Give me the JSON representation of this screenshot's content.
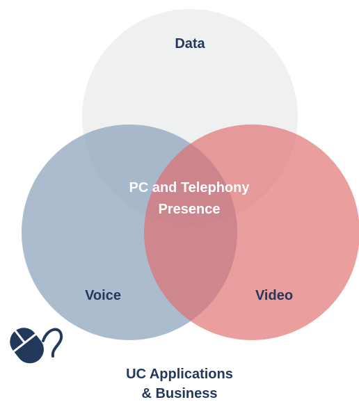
{
  "diagram": {
    "circles": [
      {
        "key": "data",
        "label": "Data",
        "fill": "#eceeee",
        "opacity": 0.85,
        "text_color": "#23395b"
      },
      {
        "key": "voice",
        "label": "Voice",
        "fill": "#8aa2bb",
        "opacity": 0.72,
        "text_color": "#23395b"
      },
      {
        "key": "video",
        "label": "Video",
        "fill": "#e06a6a",
        "opacity": 0.65,
        "text_color": "#23395b"
      }
    ],
    "center_label_lines": [
      "PC and Telephony",
      "Presence"
    ],
    "center_text_color": "#ffffff"
  },
  "caption": {
    "line1": "UC Applications",
    "line2": "& Business"
  },
  "icons": {
    "mouse": "computer-mouse-icon",
    "color": "#23395b"
  }
}
